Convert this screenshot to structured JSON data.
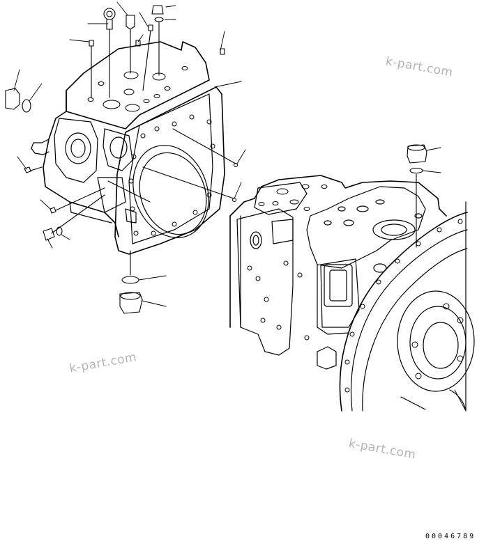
{
  "watermarks": [
    "k-part.com",
    "k-part.com",
    "k-part.com"
  ],
  "sheet_number": "00046789",
  "colors": {
    "line": "#000000",
    "watermark": "#b4b4b4",
    "background": "#ffffff"
  }
}
